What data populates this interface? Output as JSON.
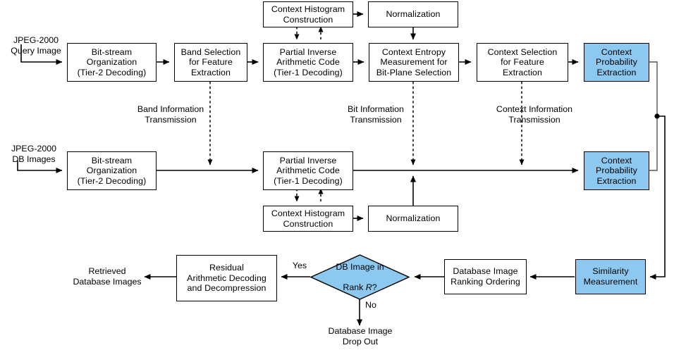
{
  "diagram": {
    "title": "JPEG-2000 compressed-domain image retrieval flowchart",
    "colors": {
      "accent_blue": "#8CC8F0",
      "line": "#000000",
      "background": "#FFFFFF"
    },
    "inputs": [
      {
        "id": "query_input",
        "text": "JPEG-2000\nQuery Image"
      },
      {
        "id": "db_input",
        "text": "JPEG-2000\nDB Images"
      }
    ],
    "outputs": [
      {
        "id": "retrieved_output",
        "text": "Retrieved\nDatabase Images"
      },
      {
        "id": "dropout_output",
        "text": "Database Image\nDrop Out"
      }
    ],
    "nodes": [
      {
        "id": "ctx_hist_top",
        "text": "Context Histogram\nConstruction",
        "blue": false
      },
      {
        "id": "normalization_top",
        "text": "Normalization",
        "blue": false
      },
      {
        "id": "bitstream_top",
        "text": "Bit-stream\nOrganization\n(Tier-2 Decoding)",
        "blue": false
      },
      {
        "id": "band_selection",
        "text": "Band Selection\nfor Feature\nExtraction",
        "blue": false
      },
      {
        "id": "partial_inverse_top",
        "text": "Partial Inverse\nArithmetic Code\n(Tier-1 Decoding)",
        "blue": false
      },
      {
        "id": "context_entropy",
        "text": "Context Entropy\nMeasurement for\nBit-Plane Selection",
        "blue": false
      },
      {
        "id": "context_selection",
        "text": "Context Selection\nfor Feature\nExtraction",
        "blue": false
      },
      {
        "id": "ctx_prob_top",
        "text": "Context\nProbability\nExtraction",
        "blue": true
      },
      {
        "id": "bitstream_bottom",
        "text": "Bit-stream\nOrganization\n(Tier-2 Decoding)",
        "blue": false
      },
      {
        "id": "partial_inverse_bottom",
        "text": "Partial Inverse\nArithmetic Code\n(Tier-1 Decoding)",
        "blue": false
      },
      {
        "id": "ctx_prob_bottom",
        "text": "Context\nProbability\nExtraction",
        "blue": true
      },
      {
        "id": "ctx_hist_bottom",
        "text": "Context Histogram\nConstruction",
        "blue": false
      },
      {
        "id": "normalization_bottom",
        "text": "Normalization",
        "blue": false
      },
      {
        "id": "residual_decoding",
        "text": "Residual\nArithmetic Decoding\nand Decompression",
        "blue": false
      },
      {
        "id": "db_ranking",
        "text": "Database Image\nRanking Ordering",
        "blue": false
      },
      {
        "id": "similarity",
        "text": "Similarity\nMeasurement",
        "blue": true
      }
    ],
    "decision": {
      "id": "rank_decision",
      "text_line1": "DB Image in",
      "text_line2_pre": "Rank ",
      "text_line2_italic": "R",
      "text_line2_post": "?",
      "blue": true
    },
    "edge_labels": [
      {
        "id": "band_info",
        "text": "Band Information\nTransmission"
      },
      {
        "id": "bit_info",
        "text": "Bit Information\nTransmission"
      },
      {
        "id": "context_info",
        "text": "Context Information\nTransmission"
      },
      {
        "id": "yes_label",
        "text": "Yes"
      },
      {
        "id": "no_label",
        "text": "No"
      }
    ]
  }
}
